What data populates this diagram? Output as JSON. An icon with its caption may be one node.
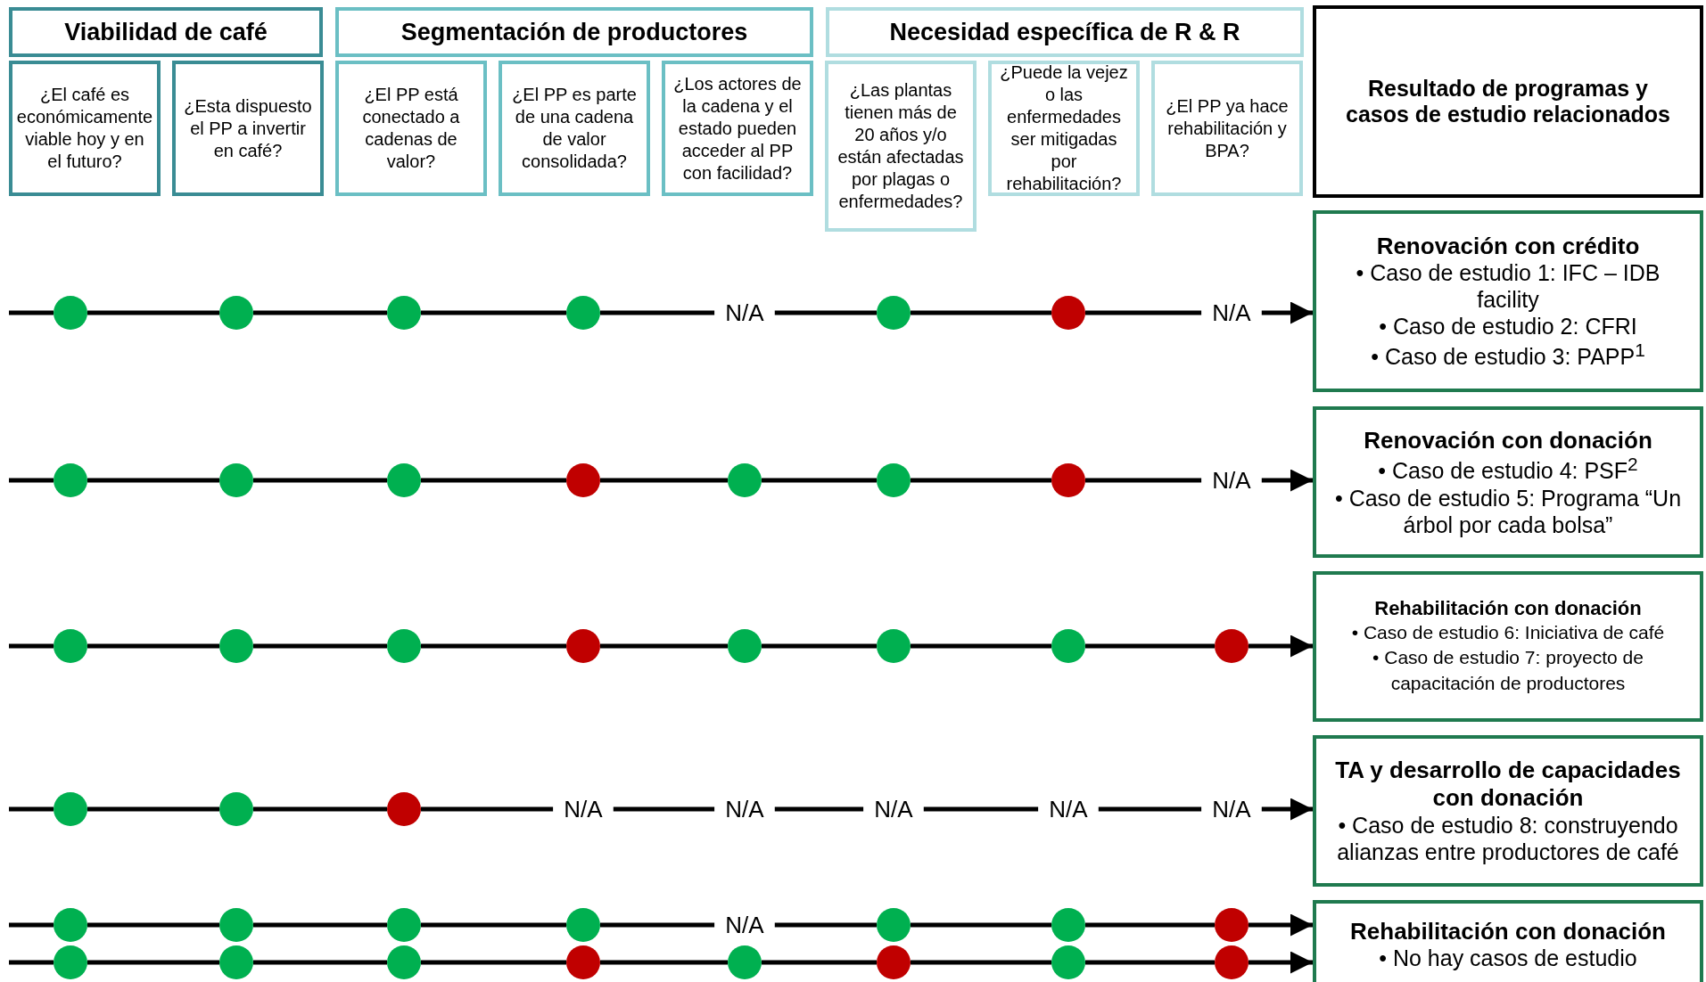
{
  "diagram": {
    "nodes": [
      {
        "text": [
          "Viabilidad de café"
        ]
      },
      {
        "text": [
          "Segmentación de productores"
        ]
      },
      {
        "text": [
          "Necesidad específica de R & R"
        ]
      },
      {
        "text": [
          "Resultado de programas y casos de estudio relacionados"
        ]
      },
      {
        "text": [
          "¿El café es económicamente viable hoy y en el futuro?"
        ]
      },
      {
        "text": [
          "¿Esta dispuesto el PP a invertir en café?"
        ]
      },
      {
        "text": [
          "¿El PP está conectado a cadenas de valor?"
        ]
      },
      {
        "text": [
          "¿El PP  es parte de una cadena de valor consolidada?"
        ]
      },
      {
        "text": [
          "¿Los actores de la cadena y el estado pueden acceder al PP con facilidad?"
        ]
      },
      {
        "text": [
          "¿Las plantas tienen más de 20 años y/o están afectadas por plagas o enfermedades?"
        ]
      },
      {
        "text": [
          "¿Puede la vejez o las enfermedades ser mitigadas por rehabilitación?"
        ]
      },
      {
        "text": [
          "¿El PP ya hace rehabilitación y BPA?"
        ]
      },
      {
        "text": [],
        "shape": "circle"
      },
      {
        "text": [],
        "shape": "circle"
      },
      {
        "text": [],
        "shape": "circle"
      },
      {
        "text": [],
        "shape": "circle"
      },
      {
        "text": [
          "N/A"
        ]
      },
      {
        "text": [],
        "shape": "circle"
      },
      {
        "text": [],
        "shape": "circle"
      },
      {
        "text": [
          "N/A"
        ]
      },
      {
        "text": [
          "Renovación con crédito",
          "• Caso de estudio 1: IFC – IDB facility",
          "• Caso de estudio 2: CFRI",
          "• Caso de estudio 3: PAPP$^{1}$"
        ]
      },
      {
        "text": [],
        "shape": "circle"
      },
      {
        "text": [],
        "shape": "circle"
      },
      {
        "text": [],
        "shape": "circle"
      },
      {
        "text": [],
        "shape": "circle"
      },
      {
        "text": [],
        "shape": "circle"
      },
      {
        "text": [],
        "shape": "circle"
      },
      {
        "text": [],
        "shape": "circle"
      },
      {
        "text": [
          "N/A"
        ]
      },
      {
        "text": [
          "Renovación con donación",
          "• Caso de estudio 4: PSF$^{2}$",
          "• Caso de estudio 5: Programa “Un árbol por cada bolsa”"
        ]
      },
      {
        "text": [],
        "shape": "circle"
      },
      {
        "text": [],
        "shape": "circle"
      },
      {
        "text": [],
        "shape": "circle"
      },
      {
        "text": [],
        "shape": "circle"
      },
      {
        "text": [],
        "shape": "circle"
      },
      {
        "text": [],
        "shape": "circle"
      },
      {
        "text": [],
        "shape": "circle"
      },
      {
        "text": [],
        "shape": "circle"
      },
      {
        "text": [
          "Rehabilitación con donación",
          "• Caso de estudio 6: Iniciativa de café",
          "• Caso  de estudio 7: proyecto de capacitación de productores"
        ]
      },
      {
        "text": [],
        "shape": "circle"
      },
      {
        "text": [],
        "shape": "circle"
      },
      {
        "text": [],
        "shape": "circle"
      },
      {
        "text": [
          "N/A"
        ]
      },
      {
        "text": [
          "N/A"
        ]
      },
      {
        "text": [
          "N/A"
        ]
      },
      {
        "text": [
          "N/A"
        ]
      },
      {
        "text": [
          "N/A"
        ]
      },
      {
        "text": [
          "TA y desarrollo de capacidades con donación",
          "• Caso de estudio 8: construyendo alianzas entre productores de café"
        ]
      },
      {
        "text": [],
        "shape": "circle"
      },
      {
        "text": [],
        "shape": "circle"
      },
      {
        "text": [],
        "shape": "circle"
      },
      {
        "text": [],
        "shape": "circle"
      },
      {
        "text": [
          "N/A"
        ]
      },
      {
        "text": [],
        "shape": "circle"
      },
      {
        "text": [],
        "shape": "circle"
      },
      {
        "text": [],
        "shape": "circle"
      },
      {
        "text": [
          "Rehabilitación con donación",
          "• No hay casos de estudio"
        ]
      },
      {
        "text": [],
        "shape": "circle"
      },
      {
        "text": [],
        "shape": "circle"
      },
      {
        "text": [],
        "shape": "circle"
      },
      {
        "text": [],
        "shape": "circle"
      },
      {
        "text": [],
        "shape": "circle"
      },
      {
        "text": [],
        "shape": "circle"
      },
      {
        "text": [],
        "shape": "circle"
      },
      {
        "text": [],
        "shape": "circle"
      }
    ],
    "edges": [
      {
        "from": null,
        "to": 12,
        "arrow": "none"
      },
      {
        "from": 12,
        "to": 13,
        "arrow": "none"
      },
      {
        "from": 13,
        "to": 14,
        "arrow": "none"
      },
      {
        "from": 14,
        "to": 15,
        "arrow": "none"
      },
      {
        "from": 15,
        "to": 16,
        "arrow": "none"
      },
      {
        "from": 16,
        "to": 17,
        "arrow": "none"
      },
      {
        "from": 17,
        "to": 18,
        "arrow": "none"
      },
      {
        "from": 18,
        "to": 19,
        "arrow": "none"
      },
      {
        "from": 19,
        "to": 20,
        "arrow": "to"
      },
      {
        "from": null,
        "to": 21,
        "arrow": "none"
      },
      {
        "from": 21,
        "to": 22,
        "arrow": "none"
      },
      {
        "from": 22,
        "to": 23,
        "arrow": "none"
      },
      {
        "from": 23,
        "to": 24,
        "arrow": "none"
      },
      {
        "from": 24,
        "to": 25,
        "arrow": "none"
      },
      {
        "from": 25,
        "to": 26,
        "arrow": "none"
      },
      {
        "from": 26,
        "to": 27,
        "arrow": "none"
      },
      {
        "from": 27,
        "to": 28,
        "arrow": "none"
      },
      {
        "from": 28,
        "to": 29,
        "arrow": "to"
      },
      {
        "from": null,
        "to": 30,
        "arrow": "none"
      },
      {
        "from": 30,
        "to": 31,
        "arrow": "none"
      },
      {
        "from": 31,
        "to": 32,
        "arrow": "none"
      },
      {
        "from": 32,
        "to": 33,
        "arrow": "none"
      },
      {
        "from": 33,
        "to": 34,
        "arrow": "none"
      },
      {
        "from": 34,
        "to": 35,
        "arrow": "none"
      },
      {
        "from": 35,
        "to": 36,
        "arrow": "none"
      },
      {
        "from": 36,
        "to": 37,
        "arrow": "none"
      },
      {
        "from": 37,
        "to": 38,
        "arrow": "to"
      },
      {
        "from": null,
        "to": 39,
        "arrow": "none"
      },
      {
        "from": 39,
        "to": 40,
        "arrow": "none"
      },
      {
        "from": 40,
        "to": 41,
        "arrow": "none"
      },
      {
        "from": 41,
        "to": 42,
        "arrow": "none"
      },
      {
        "from": 42,
        "to": 43,
        "arrow": "none"
      },
      {
        "from": 43,
        "to": 44,
        "arrow": "none"
      },
      {
        "from": 44,
        "to": 45,
        "arrow": "none"
      },
      {
        "from": 45,
        "to": 46,
        "arrow": "none"
      },
      {
        "from": 46,
        "to": 47,
        "arrow": "to"
      },
      {
        "from": null,
        "to": 48,
        "arrow": "none"
      },
      {
        "from": 48,
        "to": 49,
        "arrow": "none"
      },
      {
        "from": 49,
        "to": 50,
        "arrow": "none"
      },
      {
        "from": 50,
        "to": 51,
        "arrow": "none"
      },
      {
        "from": 51,
        "to": 52,
        "arrow": "none"
      },
      {
        "from": 52,
        "to": 53,
        "arrow": "none"
      },
      {
        "from": 53,
        "to": 54,
        "arrow": "none"
      },
      {
        "from": 54,
        "to": 55,
        "arrow": "none"
      },
      {
        "from": 55,
        "to": 56,
        "arrow": "to"
      },
      {
        "from": null,
        "to": 57,
        "arrow": "none"
      },
      {
        "from": 57,
        "to": 58,
        "arrow": "none"
      },
      {
        "from": 58,
        "to": 59,
        "arrow": "none"
      },
      {
        "from": 59,
        "to": 60,
        "arrow": "none"
      },
      {
        "from": 60,
        "to": 61,
        "arrow": "none"
      },
      {
        "from": 61,
        "to": 62,
        "arrow": "none"
      },
      {
        "from": 62,
        "to": 63,
        "arrow": "none"
      },
      {
        "from": 63,
        "to": 64,
        "arrow": "none"
      },
      {
        "from": 64,
        "to": 56,
        "arrow": "to"
      }
    ]
  }
}
